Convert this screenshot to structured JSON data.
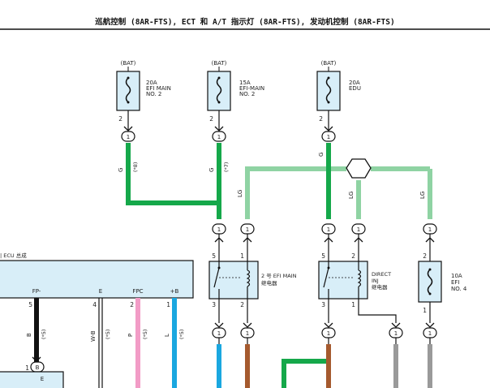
{
  "title": "巡航控制 (8AR-FTS), ECT 和 A/T 指示灯 (8AR-FTS), 发动机控制 (8AR-FTS)",
  "fuses": [
    {
      "bat": "(BAT)",
      "rating": "20A",
      "name1": "EFI MAIN",
      "name2": "NO. 2",
      "pin": "2"
    },
    {
      "bat": "(BAT)",
      "rating": "15A",
      "name1": "EFI-MAIN",
      "name2": "NO. 2",
      "pin": "2"
    },
    {
      "bat": "(BAT)",
      "rating": "20A",
      "name1": "EDU",
      "name2": "",
      "pin": "2"
    }
  ],
  "wires": {
    "g_fuse1": "G",
    "g_fuse1_num": "(*8)",
    "g_fuse2": "G",
    "g_fuse2_num": "(*7)",
    "g_fuse3": "G",
    "lg1": "LG",
    "lg2": "LG",
    "lg3": "LG",
    "b": "B",
    "b_num": "(*5)",
    "wb": "W-B",
    "wb_num": "(*5)",
    "p": "P",
    "p_num": "(*5)",
    "l": "L",
    "l_num": "(*5)"
  },
  "connector_label": "1",
  "ecu": {
    "title": "| ECU 总成",
    "pins": [
      "FP-",
      "E",
      "FPC",
      "+B"
    ],
    "pin_numbers": [
      "5",
      "4",
      "2",
      "1"
    ]
  },
  "relay1": {
    "label1": "2 号 EFI MAIN",
    "label2": "继电器",
    "pins": [
      "5",
      "1",
      "3",
      "2"
    ]
  },
  "relay2": {
    "label1": "DIRECT",
    "label2": "INJ",
    "label3": "继电器",
    "pins": [
      "5",
      "2",
      "3",
      "1"
    ]
  },
  "fuse4": {
    "rating": "10A",
    "name1": "EFI",
    "name2": "NO. 4",
    "pins": [
      "2",
      "1"
    ]
  },
  "bottom": {
    "pin": "1",
    "connector": "B",
    "box_label": "E"
  },
  "colors": {
    "green": "#15a84a",
    "light_green": "#8fd3a3",
    "pink": "#f29cc6",
    "blue": "#1aa7e0",
    "brown": "#a55a2e",
    "gray": "#9a9a9a",
    "black": "#111111",
    "box_fill": "#d8eef8"
  }
}
